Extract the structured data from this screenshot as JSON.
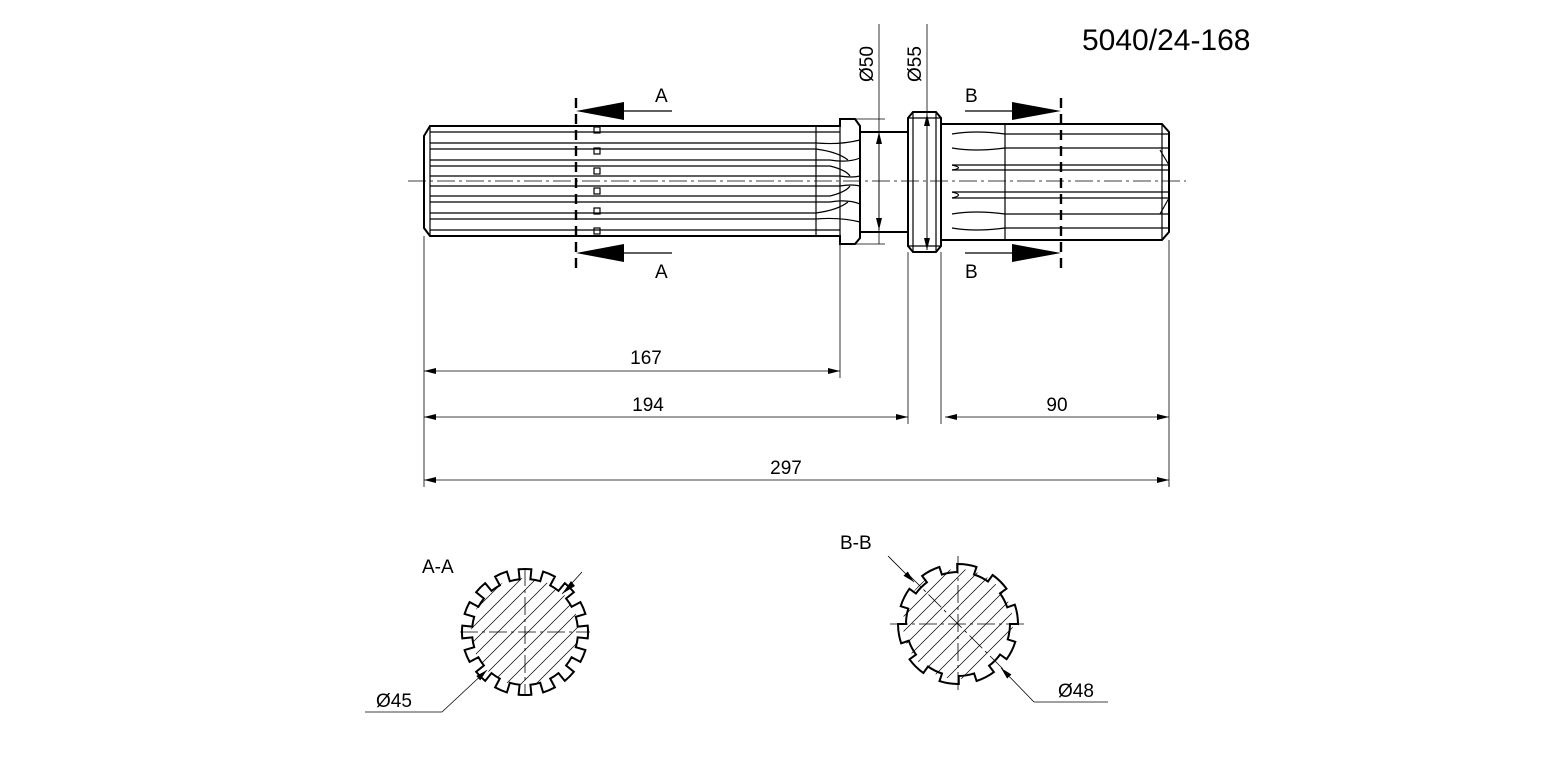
{
  "drawing_number": "5040/24-168",
  "dimensions": {
    "d1": "167",
    "d2": "194",
    "d3": "90",
    "total": "297",
    "dia_50": "50",
    "dia_55": "55",
    "dia_45": "45",
    "dia_48": "48"
  },
  "section_labels": {
    "a": "A",
    "b": "B",
    "view_a": "A-A",
    "view_b": "B-B"
  }
}
